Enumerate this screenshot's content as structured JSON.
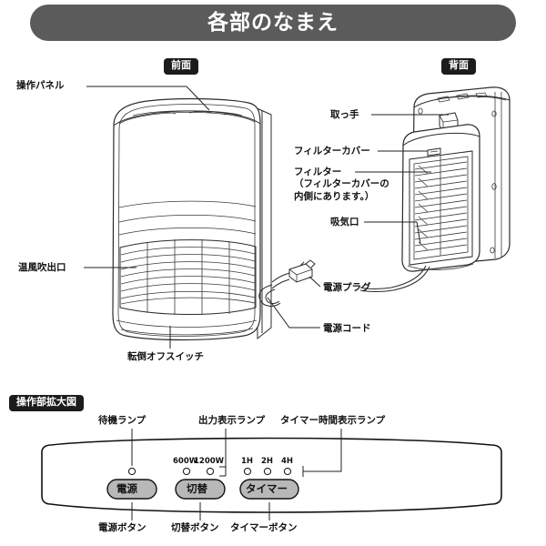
{
  "page": {
    "title": "各部のなまえ",
    "title_bg": "#5b5b5b",
    "title_color": "#ffffff"
  },
  "badges": {
    "front": "前面",
    "rear": "背面",
    "panel": "操作部拡大図",
    "bg": "#1c1c1c",
    "color": "#ffffff"
  },
  "front_view": {
    "labels": {
      "control_panel": "操作パネル",
      "air_outlet": "温風吹出口",
      "tip_over_switch": "転倒オフスイッチ"
    }
  },
  "rear_view": {
    "labels": {
      "handle": "取っ手",
      "filter_cover": "フィルターカバー",
      "filter": "フィルター",
      "filter_note": "（フィルターカバーの 内側にあります。）",
      "air_intake": "吸気口"
    }
  },
  "cord": {
    "labels": {
      "power_plug": "電源プラグ",
      "power_cord": "電源コード"
    }
  },
  "control_panel": {
    "top_labels": {
      "standby_lamp": "待機ランプ",
      "output_lamp": "出力表示ランプ",
      "timer_lamp": "タイマー時間表示ランプ"
    },
    "lamp_ticks": {
      "w600": "600W",
      "w1200": "1200W",
      "h1": "1H",
      "h2": "2H",
      "h4": "4H"
    },
    "buttons": [
      {
        "key": "power",
        "face": "電源",
        "caption": "電源ボタン"
      },
      {
        "key": "mode",
        "face": "切替",
        "caption": "切替ボタン"
      },
      {
        "key": "timer",
        "face": "タイマー",
        "caption": "タイマーボタン"
      }
    ],
    "button_fill": "#b8b8b8"
  }
}
